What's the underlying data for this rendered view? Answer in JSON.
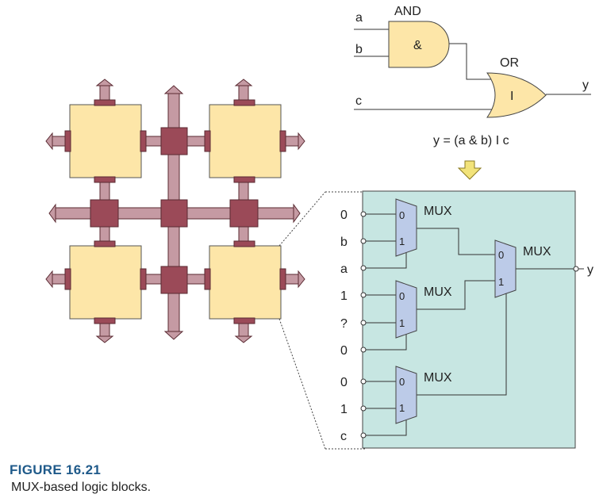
{
  "top_circuit": {
    "input_a": "a",
    "input_b": "b",
    "input_c": "c",
    "and_title": "AND",
    "and_symbol": "&",
    "or_title": "OR",
    "or_symbol": "I",
    "output_y": "y",
    "equation": "y = (a & b) I c"
  },
  "mux_block": {
    "inputs": [
      "0",
      "b",
      "a",
      "1",
      "?",
      "0",
      "0",
      "1",
      "c"
    ],
    "mux_labels": [
      "MUX",
      "MUX",
      "MUX",
      "MUX"
    ],
    "sel0": "0",
    "sel1": "1",
    "output": "y"
  },
  "caption": {
    "number": "FIGURE 16.21",
    "text": "MUX-based logic blocks."
  },
  "colors": {
    "logic_block": "#fde6a8",
    "switch_box": "#9b4a58",
    "wire_fill": "#c59aa3",
    "mux_fill": "#bccbe8",
    "panel": "#c7e6e2",
    "caption": "#1f5a8a"
  }
}
